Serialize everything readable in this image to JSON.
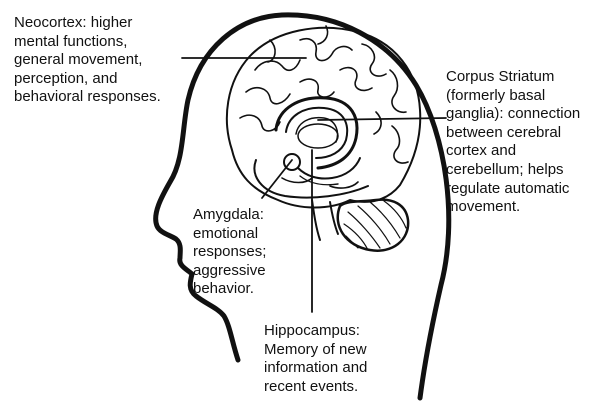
{
  "labels": {
    "neocortex": "Neocortex: higher\nmental functions,\ngeneral movement,\nperception, and\nbehavioral responses.",
    "corpus_striatum": "Corpus Striatum\n(formerly basal\nganglia): connection\nbetween cerebral\ncortex and\ncerebellum; helps\nregulate automatic\nmovement.",
    "amygdala": "Amygdala:\nemotional\nresponses;\naggressive\nbehavior.",
    "hippocampus": "Hippocampus:\nMemory of new\ninformation and\nrecent events."
  },
  "colors": {
    "ink": "#111111",
    "background": "#ffffff"
  }
}
